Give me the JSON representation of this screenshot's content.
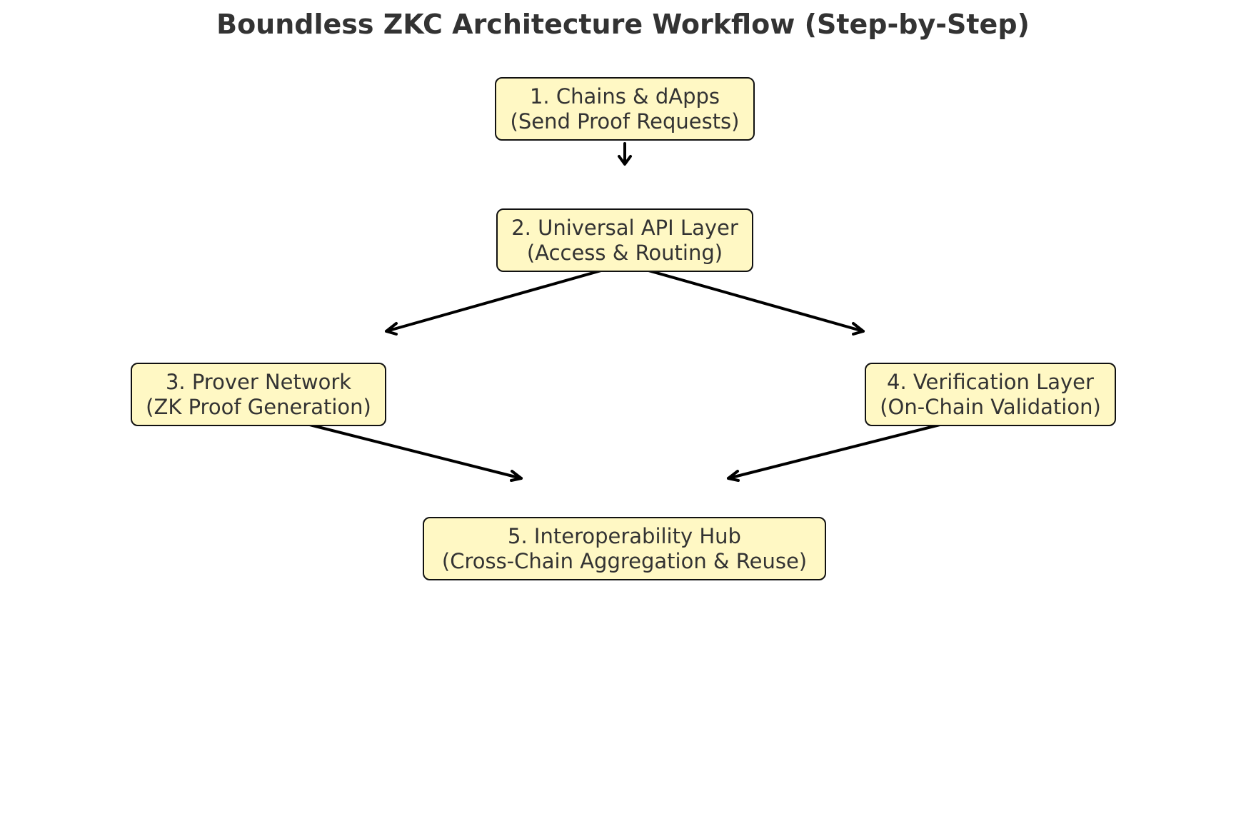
{
  "diagram": {
    "title": "Boundless ZKC Architecture Workflow (Step-by-Step)",
    "colors": {
      "node_fill": "#fff8c4",
      "node_border": "#111111",
      "text": "#333333",
      "arrow": "#000000"
    },
    "nodes": [
      {
        "id": "n1",
        "line1": "1. Chains & dApps",
        "line2": "(Send Proof Requests)"
      },
      {
        "id": "n2",
        "line1": "2. Universal API Layer",
        "line2": "(Access & Routing)"
      },
      {
        "id": "n3",
        "line1": "3. Prover Network",
        "line2": "(ZK Proof Generation)"
      },
      {
        "id": "n4",
        "line1": "4. Verification Layer",
        "line2": "(On-Chain Validation)"
      },
      {
        "id": "n5",
        "line1": "5. Interoperability Hub",
        "line2": "(Cross-Chain Aggregation & Reuse)"
      }
    ],
    "edges": [
      {
        "from": "n1",
        "to": "n2"
      },
      {
        "from": "n2",
        "to": "n3"
      },
      {
        "from": "n2",
        "to": "n4"
      },
      {
        "from": "n3",
        "to": "n5"
      },
      {
        "from": "n4",
        "to": "n5"
      }
    ]
  }
}
